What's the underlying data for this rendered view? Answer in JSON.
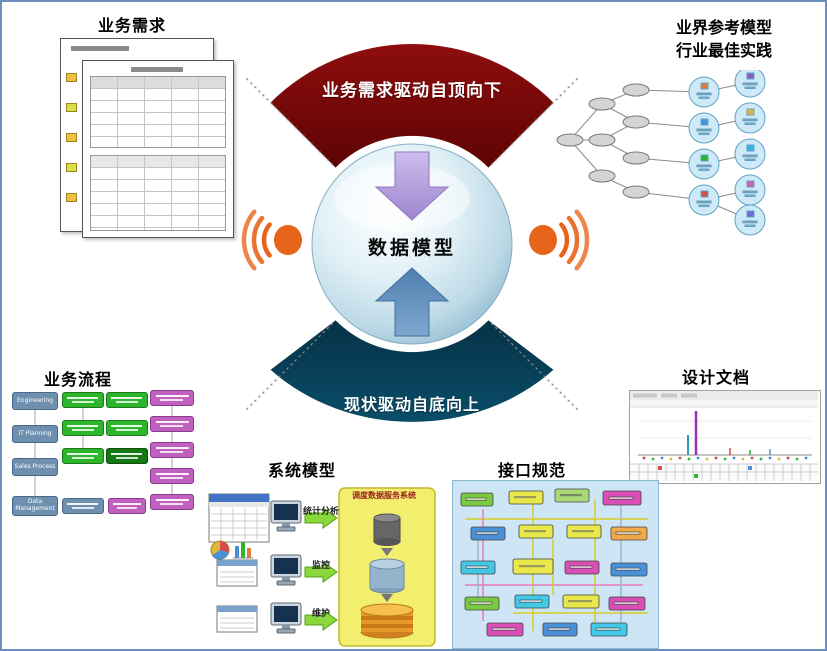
{
  "palette": {
    "top_arc": "#7a0b0b",
    "bottom_arc": "#0a4d68",
    "signal_orange": "#e8641a",
    "arrow_purple": "#b9a3dc",
    "arrow_blue": "#5f8fbf",
    "sphere_edge": "#93bdd2"
  },
  "center": {
    "label": "数据模型"
  },
  "arcs": {
    "top": "业务需求驱动自顶向下",
    "bottom": "现状驱动自底向上"
  },
  "sections": {
    "business_requirements": {
      "title": "业务需求"
    },
    "industry_reference": {
      "title_line1": "业界参考模型",
      "title_line2": "行业最佳实践"
    },
    "business_process": {
      "title": "业务流程",
      "gray_boxes": [
        "Engineering",
        "IT Planning",
        "Sales Process",
        "Data Management"
      ]
    },
    "design_document": {
      "title": "设计文档"
    },
    "system_model": {
      "title": "系统模型",
      "flow_labels": [
        "统计分析",
        "监控",
        "维护"
      ],
      "box_title": "调度数据服务系统"
    },
    "interface_spec": {
      "title": "接口规范"
    }
  }
}
